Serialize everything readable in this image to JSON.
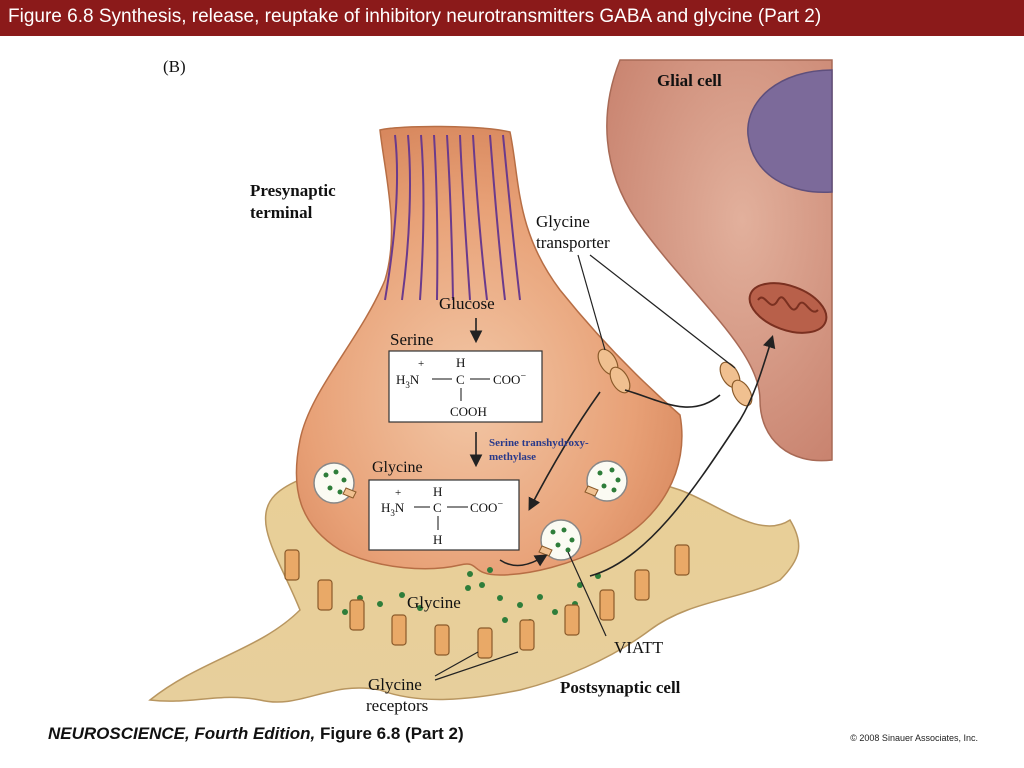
{
  "header": {
    "title": "Figure 6.8  Synthesis, release, reuptake of inhibitory neurotransmitters GABA and glycine (Part 2)"
  },
  "figure": {
    "panel_label": "(B)",
    "labels": {
      "glial_cell": "Glial cell",
      "presynaptic_line1": "Presynaptic",
      "presynaptic_line2": "terminal",
      "glycine_transporter_line1": "Glycine",
      "glycine_transporter_line2": "transporter",
      "glucose": "Glucose",
      "serine": "Serine",
      "enzyme_line1": "Serine transhydroxy-",
      "enzyme_line2": "methylase",
      "glycine_top": "Glycine",
      "glycine_cleft": "Glycine",
      "viatt": "VIATT",
      "glycine_receptors_line1": "Glycine",
      "glycine_receptors_line2": "receptors",
      "postsynaptic_cell": "Postsynaptic cell"
    },
    "serine_formula": {
      "h_top": "H",
      "plus": "+",
      "h3n": "H",
      "sub3": "3",
      "n": "N",
      "c": "C",
      "coo": "COO",
      "minus": "−",
      "cooh": "COOH"
    },
    "glycine_formula": {
      "h_top": "H",
      "plus": "+",
      "h3n": "H",
      "sub3": "3",
      "n": "N",
      "c": "C",
      "coo": "COO",
      "minus": "−",
      "h_bottom": "H"
    }
  },
  "footer": {
    "book_title": "NEUROSCIENCE, Fourth Edition,",
    "figure_ref": " Figure 6.8 (Part 2)",
    "copyright": "© 2008 Sinauer Associates, Inc."
  },
  "colors": {
    "header_bg": "#8b1a1a",
    "terminal": "#e8a177",
    "glial": "#d59a86",
    "nucleus": "#7c6a9a",
    "postsynaptic": "#e6cc96",
    "vesicle_dots": "#2e7d3a",
    "enzyme_text": "#2a3a8a"
  }
}
